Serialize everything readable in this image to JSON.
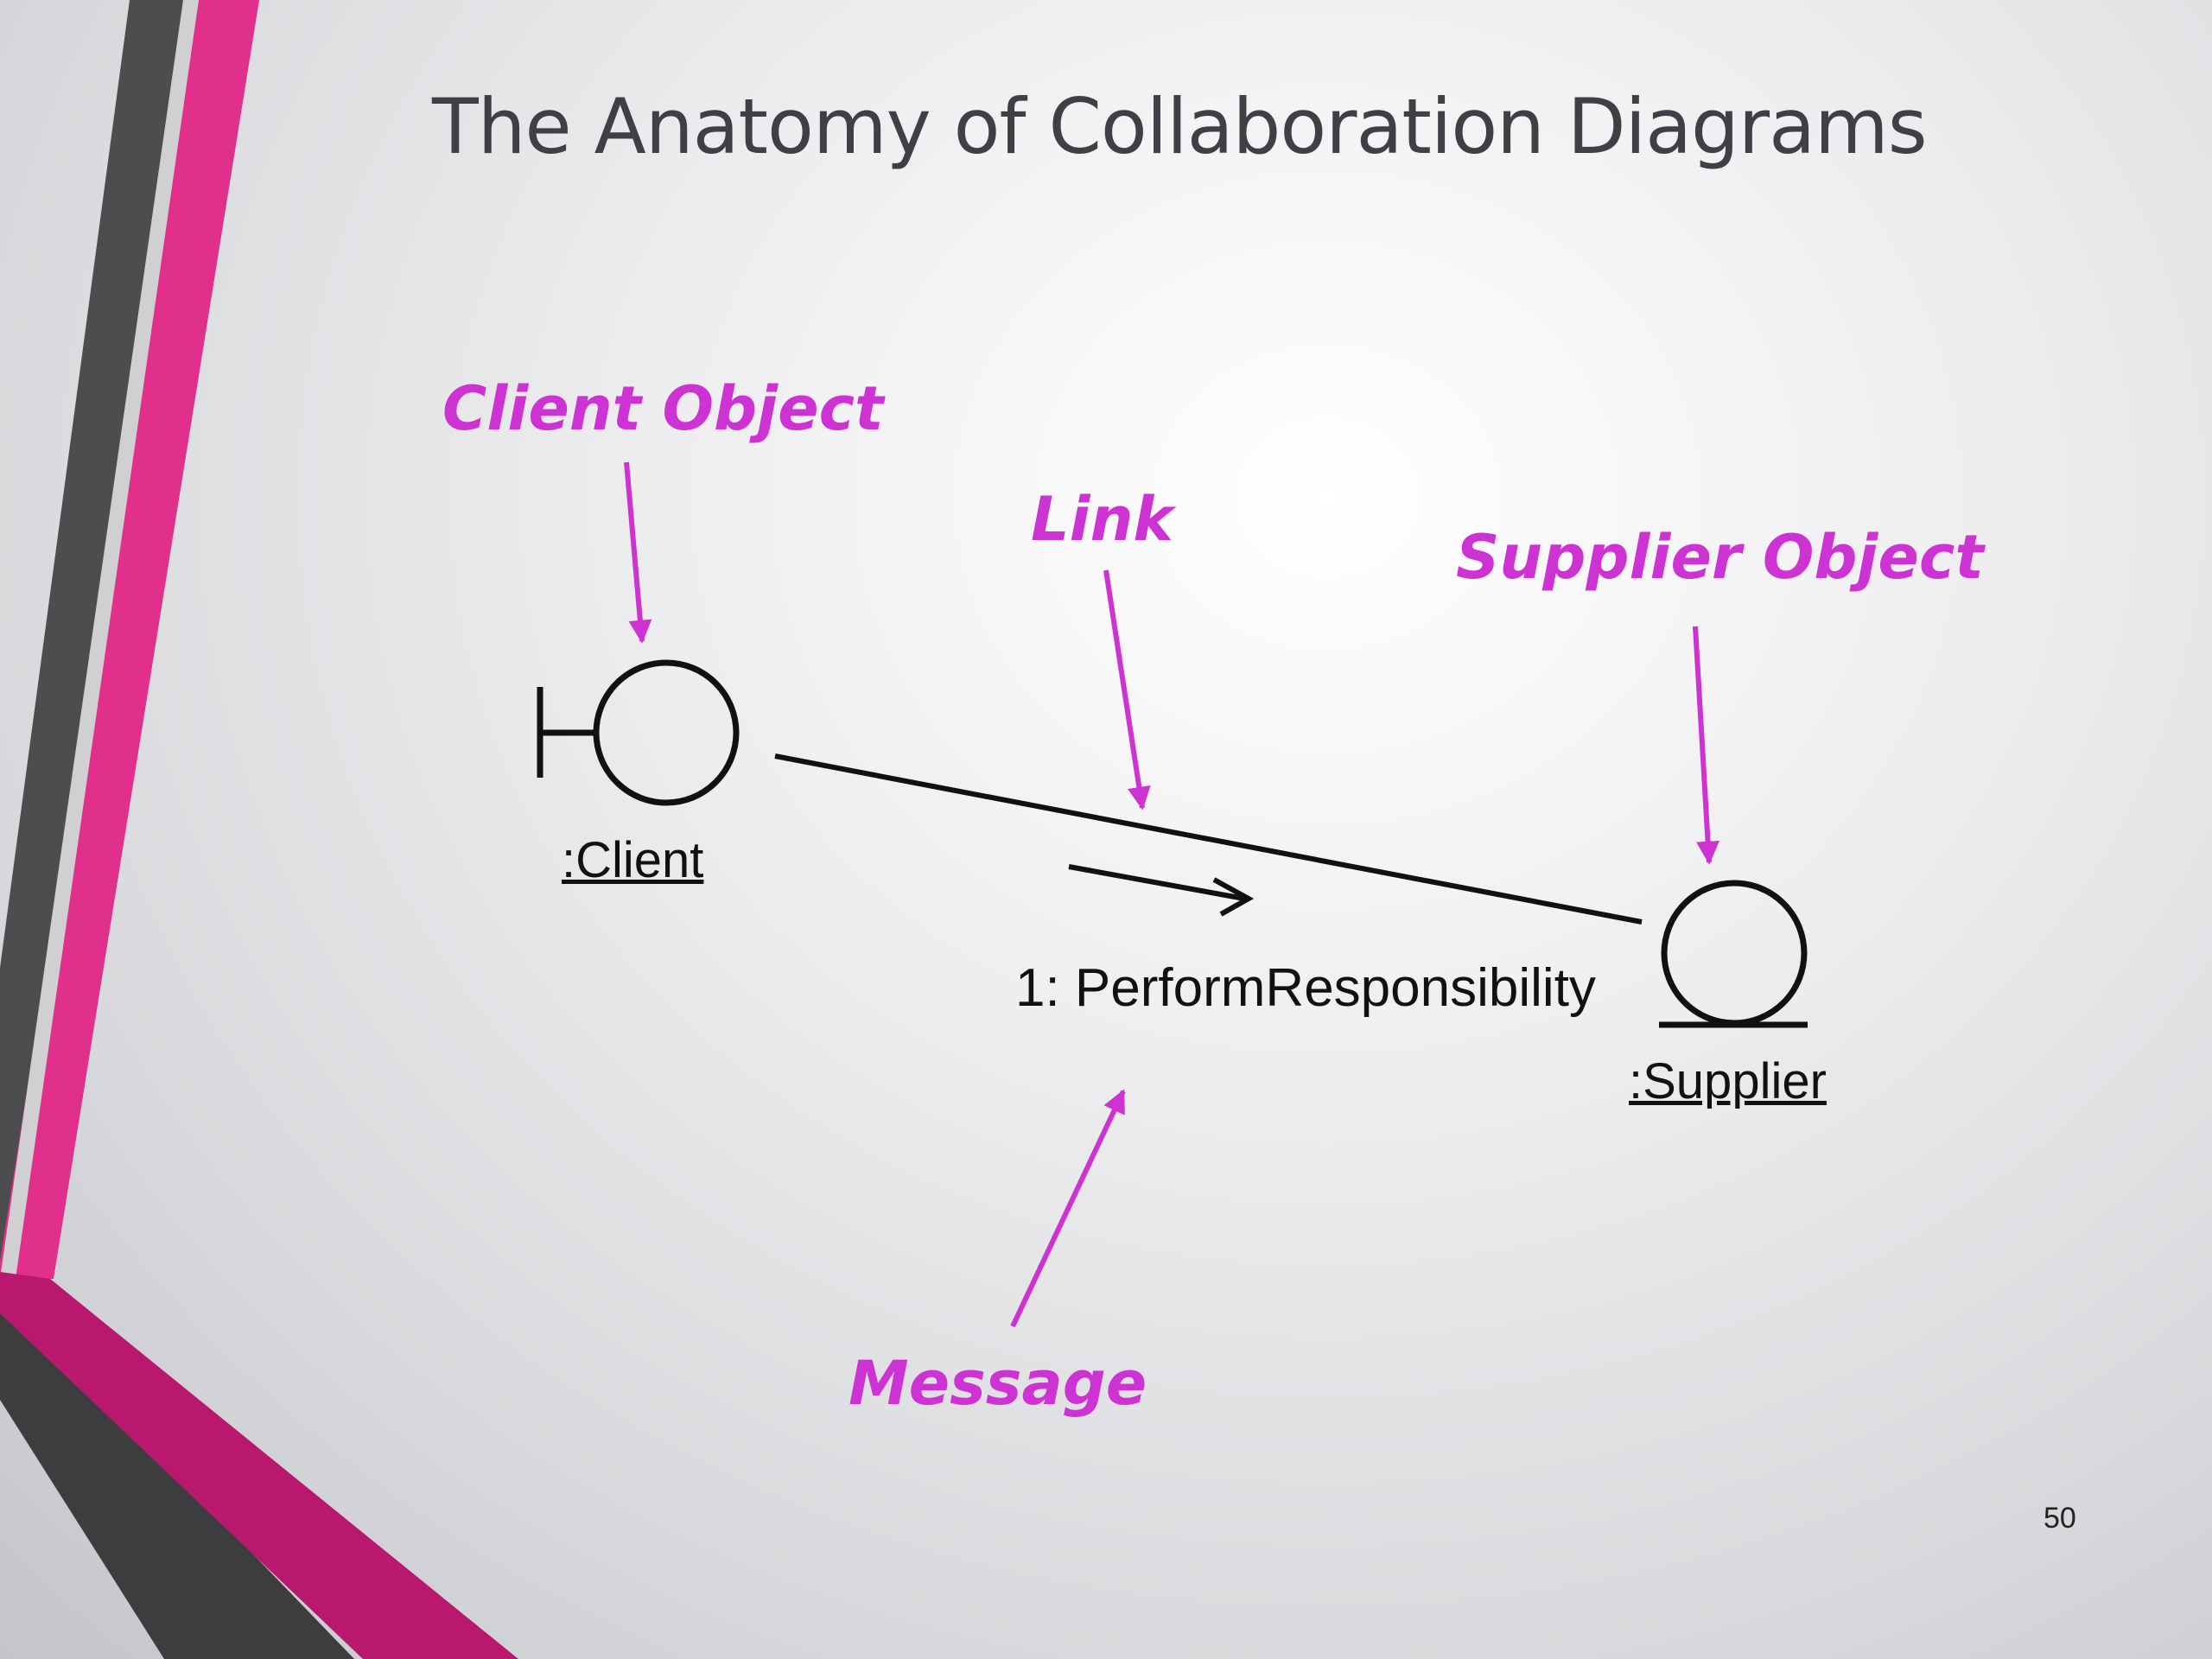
{
  "slide": {
    "title": "The Anatomy of Collaboration Diagrams",
    "page_number": "50"
  },
  "callouts": {
    "client_object": "Client Object",
    "link": "Link",
    "supplier_object": "Supplier Object",
    "message": "Message"
  },
  "objects": {
    "client_label": ":Client",
    "supplier_label": ":Supplier"
  },
  "message": {
    "text": "1: PerformResponsibility"
  },
  "colors": {
    "accent_magenta": "#cc33d2",
    "decor_pink": "#e0308c",
    "decor_dark_pink": "#b8186d",
    "decor_dark_gray": "#4a4a4a"
  }
}
